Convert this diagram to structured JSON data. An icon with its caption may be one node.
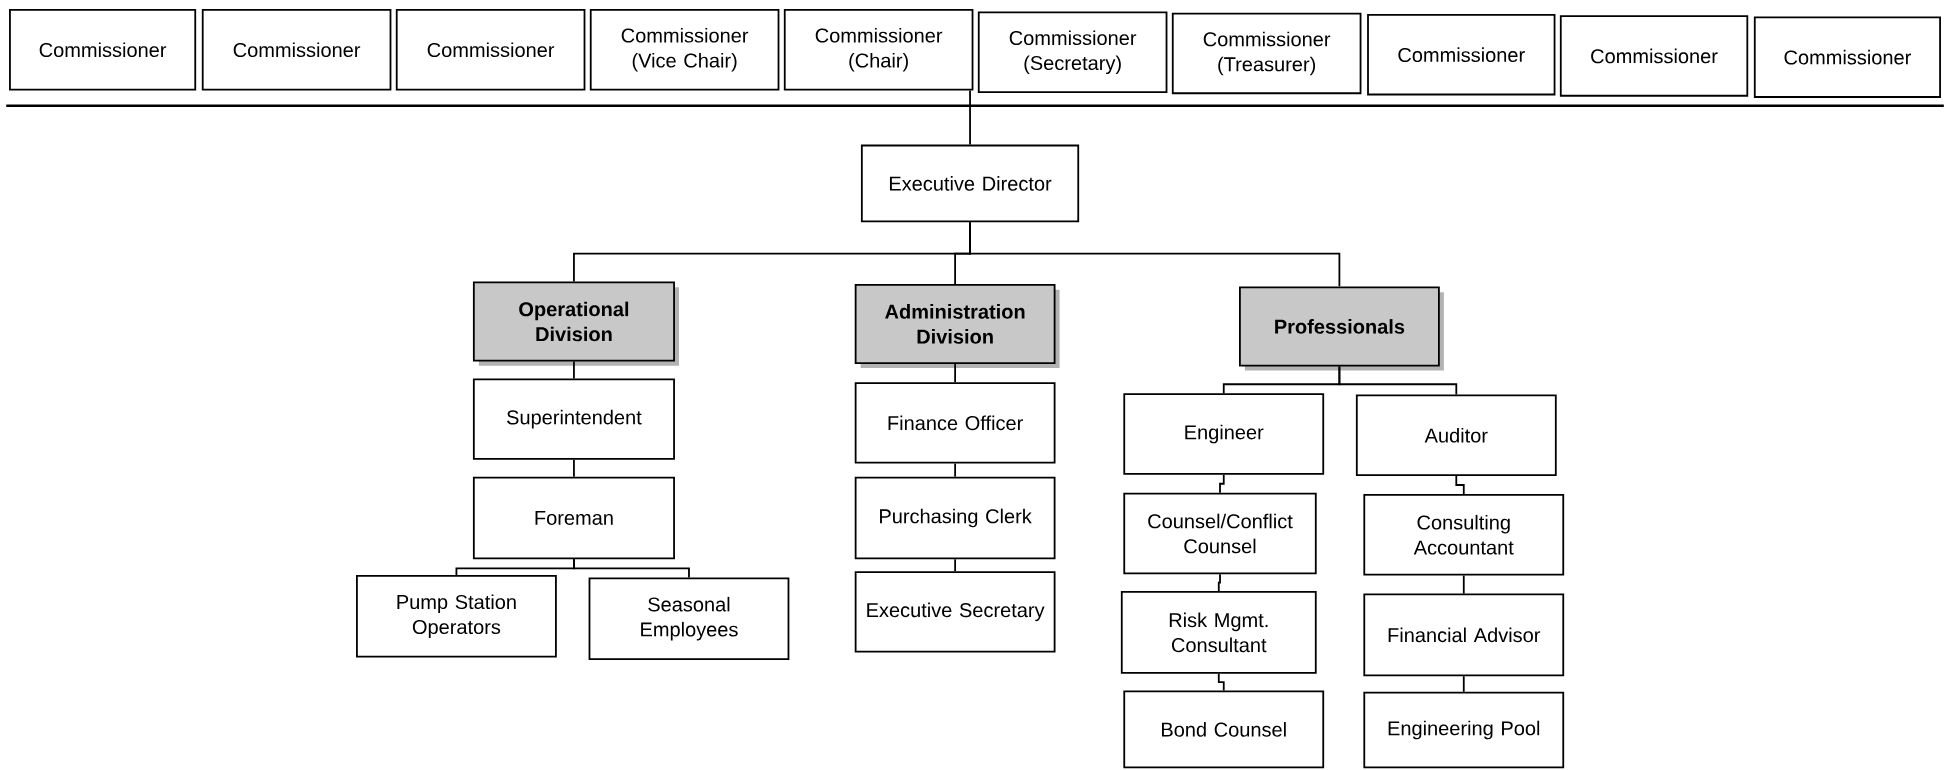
{
  "diagram": {
    "nodes": [
      {
        "text": [
          "Commissioner"
        ]
      },
      {
        "text": [
          "Commissioner"
        ]
      },
      {
        "text": [
          "Commissioner"
        ]
      },
      {
        "text": [
          "Commissioner (Vice Chair)"
        ]
      },
      {
        "text": [
          "Commissioner (Chair)"
        ]
      },
      {
        "text": [
          "Commissioner (Secretary)"
        ]
      },
      {
        "text": [
          "Commissioner (Treasurer)"
        ]
      },
      {
        "text": [
          "Commissioner"
        ]
      },
      {
        "text": [
          "Commissioner"
        ]
      },
      {
        "text": [
          "Commissioner"
        ]
      },
      {
        "text": [
          "Executive Director"
        ]
      },
      {
        "text": [
          "Operational Division"
        ]
      },
      {
        "text": [
          "Administration Division"
        ]
      },
      {
        "text": [
          "Professionals"
        ]
      },
      {
        "text": [
          "Superintendent"
        ]
      },
      {
        "text": [
          "Foreman"
        ]
      },
      {
        "text": [
          "Pump Station Operators"
        ]
      },
      {
        "text": [
          "Seasonal Employees"
        ]
      },
      {
        "text": [
          "Finance Officer"
        ]
      },
      {
        "text": [
          "Purchasing Clerk"
        ]
      },
      {
        "text": [
          "Executive Secretary"
        ]
      },
      {
        "text": [
          "Engineer"
        ]
      },
      {
        "text": [
          "Auditor"
        ]
      },
      {
        "text": [
          "Counsel/Conflict Counsel"
        ]
      },
      {
        "text": [
          "Risk Mgmt. Consultant"
        ]
      },
      {
        "text": [
          "Bond Counsel"
        ]
      },
      {
        "text": [
          "Consulting Accountant"
        ]
      },
      {
        "text": [
          "Financial Advisor"
        ]
      },
      {
        "text": [
          "Engineering Pool"
        ]
      }
    ],
    "edges": [
      {
        "from": 4,
        "to": 10,
        "arrow": "none"
      },
      {
        "from": 10,
        "to": 11,
        "arrow": "none"
      },
      {
        "from": 10,
        "to": 12,
        "arrow": "none"
      },
      {
        "from": 10,
        "to": 13,
        "arrow": "none"
      },
      {
        "from": 11,
        "to": 14,
        "arrow": "none"
      },
      {
        "from": 14,
        "to": 15,
        "arrow": "none"
      },
      {
        "from": 15,
        "to": 16,
        "arrow": "none"
      },
      {
        "from": 15,
        "to": 17,
        "arrow": "none"
      },
      {
        "from": 12,
        "to": 18,
        "arrow": "none"
      },
      {
        "from": 18,
        "to": 19,
        "arrow": "none"
      },
      {
        "from": 19,
        "to": 20,
        "arrow": "none"
      },
      {
        "from": 13,
        "to": 21,
        "arrow": "none"
      },
      {
        "from": 13,
        "to": 22,
        "arrow": "none"
      },
      {
        "from": 21,
        "to": 23,
        "arrow": "none"
      },
      {
        "from": 23,
        "to": 24,
        "arrow": "none"
      },
      {
        "from": 24,
        "to": 25,
        "arrow": "none"
      },
      {
        "from": 22,
        "to": 26,
        "arrow": "none"
      },
      {
        "from": 26,
        "to": 27,
        "arrow": "none"
      },
      {
        "from": 27,
        "to": 28,
        "arrow": "none"
      }
    ]
  }
}
